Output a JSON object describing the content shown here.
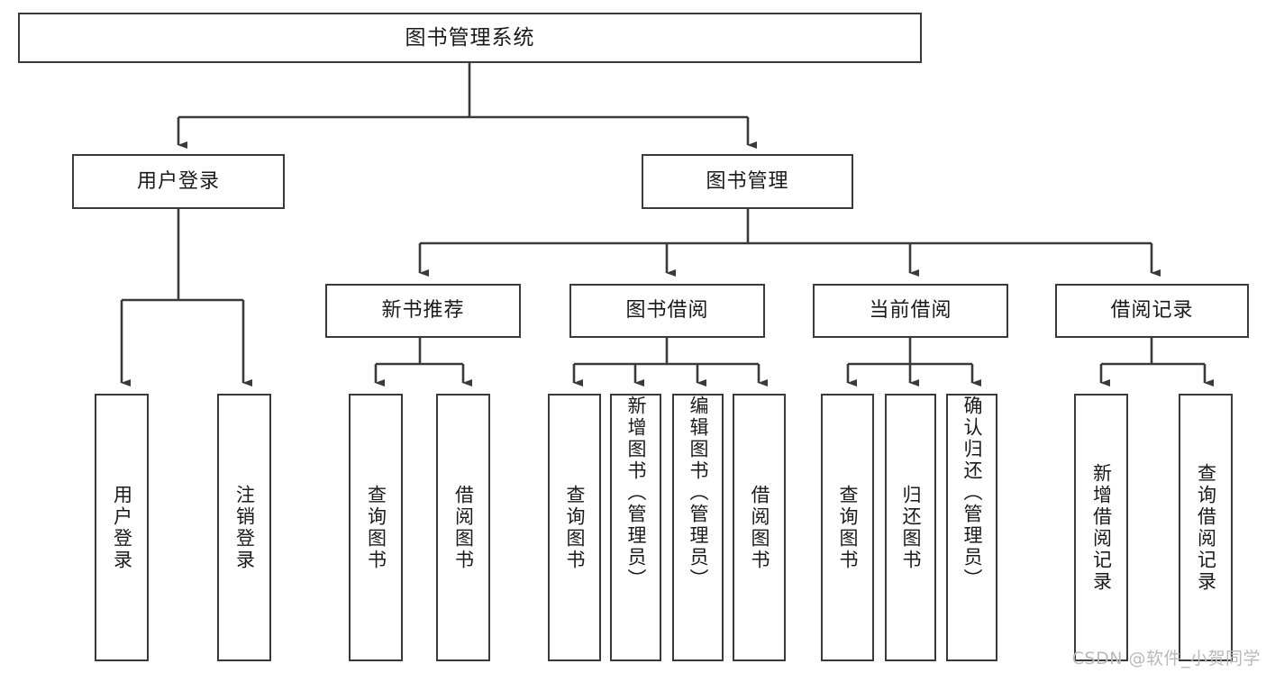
{
  "diagram": {
    "title": "图书管理系统",
    "type": "tree",
    "root": {
      "label": "图书管理系统"
    },
    "level2": [
      {
        "label": "用户登录"
      },
      {
        "label": "图书管理"
      }
    ],
    "level3": [
      {
        "label": "新书推荐"
      },
      {
        "label": "图书借阅"
      },
      {
        "label": "当前借阅"
      },
      {
        "label": "借阅记录"
      }
    ],
    "leaves": {
      "user_login": [
        {
          "label": "用户登录"
        },
        {
          "label": "注销登录"
        }
      ],
      "new_book_recommend": [
        {
          "label": "查询图书"
        },
        {
          "label": "借阅图书"
        }
      ],
      "book_borrow": [
        {
          "label": "查询图书"
        },
        {
          "label": "新增图书（管理员）"
        },
        {
          "label": "编辑图书（管理员）"
        },
        {
          "label": "借阅图书"
        }
      ],
      "current_borrow": [
        {
          "label": "查询图书"
        },
        {
          "label": "归还图书"
        },
        {
          "label": "确认归还（管理员）"
        }
      ],
      "borrow_record": [
        {
          "label": "新增借阅记录"
        },
        {
          "label": "查询借阅记录"
        }
      ]
    }
  },
  "watermark": {
    "text": "CSDN @软件_小贺同学"
  },
  "colors": {
    "border": "#3a3a3a",
    "line": "#3a3a3a",
    "text": "#1a1a1a",
    "background": "#ffffff",
    "watermark": "#b9b9b9"
  }
}
